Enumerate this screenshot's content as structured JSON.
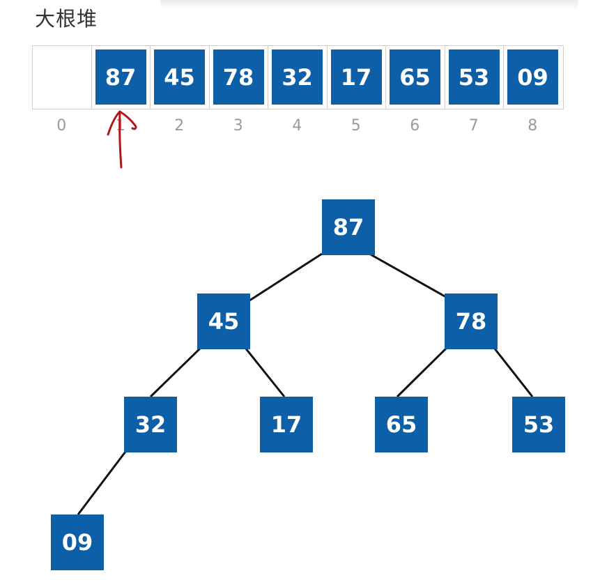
{
  "title": "大根堆",
  "array": {
    "cells": [
      "",
      "87",
      "45",
      "78",
      "32",
      "17",
      "65",
      "53",
      "09"
    ],
    "indices": [
      "0",
      "1",
      "2",
      "3",
      "4",
      "5",
      "6",
      "7",
      "8"
    ]
  },
  "tree": {
    "nodes": [
      "87",
      "45",
      "78",
      "32",
      "17",
      "65",
      "53",
      "09"
    ]
  },
  "colors": {
    "node_fill": "#0d5fa7",
    "node_text": "#ffffff",
    "annotation_arrow": "#b01818"
  }
}
